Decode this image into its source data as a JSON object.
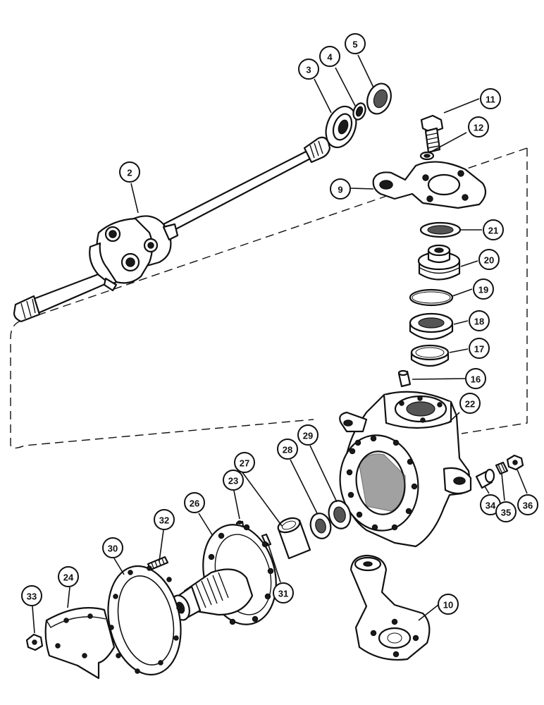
{
  "diagram": {
    "callouts": [
      {
        "id": "2",
        "label": "2"
      },
      {
        "id": "3",
        "label": "3"
      },
      {
        "id": "4",
        "label": "4"
      },
      {
        "id": "5",
        "label": "5"
      },
      {
        "id": "9",
        "label": "9"
      },
      {
        "id": "10",
        "label": "10"
      },
      {
        "id": "11",
        "label": "11"
      },
      {
        "id": "12",
        "label": "12"
      },
      {
        "id": "16",
        "label": "16"
      },
      {
        "id": "17",
        "label": "17"
      },
      {
        "id": "18",
        "label": "18"
      },
      {
        "id": "19",
        "label": "19"
      },
      {
        "id": "20",
        "label": "20"
      },
      {
        "id": "21",
        "label": "21"
      },
      {
        "id": "22",
        "label": "22"
      },
      {
        "id": "23",
        "label": "23"
      },
      {
        "id": "24",
        "label": "24"
      },
      {
        "id": "26",
        "label": "26"
      },
      {
        "id": "27",
        "label": "27"
      },
      {
        "id": "28",
        "label": "28"
      },
      {
        "id": "29",
        "label": "29"
      },
      {
        "id": "30",
        "label": "30"
      },
      {
        "id": "31",
        "label": "31"
      },
      {
        "id": "32",
        "label": "32"
      },
      {
        "id": "33",
        "label": "33"
      },
      {
        "id": "34",
        "label": "34"
      },
      {
        "id": "35",
        "label": "35"
      },
      {
        "id": "36",
        "label": "36"
      }
    ]
  }
}
